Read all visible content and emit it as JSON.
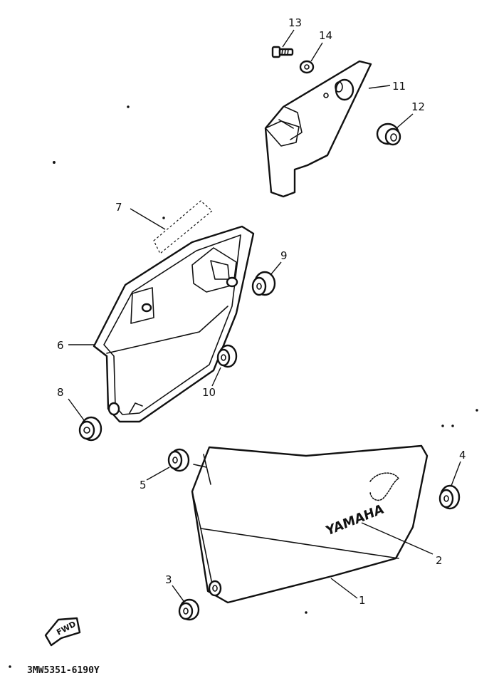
{
  "diagram": {
    "catalog_code": "3MW5351-6190Y",
    "fwd_label": "FWD",
    "cover_logo": "YAMAHA",
    "callouts": [
      {
        "id": "1",
        "label": "1"
      },
      {
        "id": "2",
        "label": "2"
      },
      {
        "id": "3",
        "label": "3"
      },
      {
        "id": "4",
        "label": "4"
      },
      {
        "id": "5",
        "label": "5"
      },
      {
        "id": "6",
        "label": "6"
      },
      {
        "id": "7",
        "label": "7"
      },
      {
        "id": "8",
        "label": "8"
      },
      {
        "id": "9",
        "label": "9"
      },
      {
        "id": "10",
        "label": "10"
      },
      {
        "id": "11",
        "label": "11"
      },
      {
        "id": "12",
        "label": "12"
      },
      {
        "id": "13",
        "label": "13"
      },
      {
        "id": "14",
        "label": "14"
      }
    ]
  }
}
